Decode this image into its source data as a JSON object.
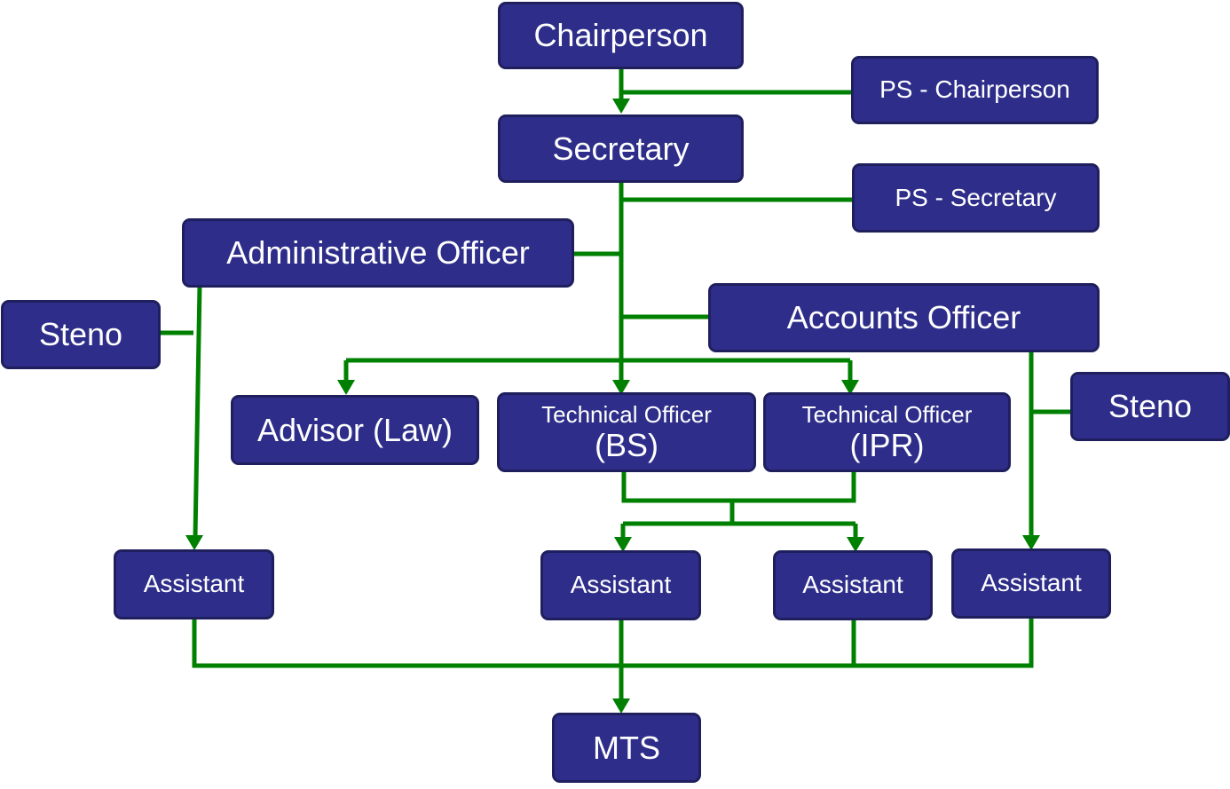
{
  "diagram": {
    "title": "Organization Chart",
    "colors": {
      "node_fill": "#2E2E8A",
      "node_border": "#1F1F5E",
      "node_text": "#FFFFFF",
      "connector": "#008000"
    },
    "nodes": {
      "chairperson": {
        "label": "Chairperson"
      },
      "ps_chairperson": {
        "label": "PS - Chairperson"
      },
      "secretary": {
        "label": "Secretary"
      },
      "ps_secretary": {
        "label": "PS - Secretary"
      },
      "administrative_officer": {
        "label": "Administrative Officer"
      },
      "steno_left": {
        "label": "Steno"
      },
      "accounts_officer": {
        "label": "Accounts Officer"
      },
      "advisor_law": {
        "label": "Advisor (Law)"
      },
      "technical_officer_bs": {
        "line1": "Technical Officer",
        "line2": "(BS)"
      },
      "technical_officer_ipr": {
        "line1": "Technical Officer",
        "line2": "(IPR)"
      },
      "steno_right": {
        "label": "Steno"
      },
      "assistant_admin": {
        "label": "Assistant"
      },
      "assistant_bs": {
        "label": "Assistant"
      },
      "assistant_ipr": {
        "label": "Assistant"
      },
      "assistant_accounts": {
        "label": "Assistant"
      },
      "mts": {
        "label": "MTS"
      }
    },
    "edges": [
      {
        "from": "Chairperson",
        "to": "Secretary",
        "arrow": true
      },
      {
        "from": "PS - Chairperson",
        "to": "Chairperson",
        "arrow": false
      },
      {
        "from": "Secretary",
        "to": "PS - Secretary",
        "arrow": false
      },
      {
        "from": "Secretary",
        "to": "Administrative Officer",
        "arrow": false
      },
      {
        "from": "Secretary",
        "to": "Accounts Officer",
        "arrow": false
      },
      {
        "from": "Secretary",
        "to": "Advisor (Law)",
        "arrow": true
      },
      {
        "from": "Secretary",
        "to": "Technical Officer (BS)",
        "arrow": true
      },
      {
        "from": "Secretary",
        "to": "Technical Officer (IPR)",
        "arrow": true
      },
      {
        "from": "Administrative Officer",
        "to": "Assistant",
        "arrow": true
      },
      {
        "from": "Steno",
        "to": "Administrative Officer",
        "arrow": false
      },
      {
        "from": "Accounts Officer",
        "to": "Assistant",
        "arrow": true
      },
      {
        "from": "Steno",
        "to": "Accounts Officer",
        "arrow": false
      },
      {
        "from": "Technical Officer (BS)",
        "to": "Assistant",
        "arrow": true
      },
      {
        "from": "Technical Officer (IPR)",
        "to": "Assistant",
        "arrow": true
      },
      {
        "from": "Assistant",
        "to": "MTS",
        "arrow": true
      }
    ]
  }
}
